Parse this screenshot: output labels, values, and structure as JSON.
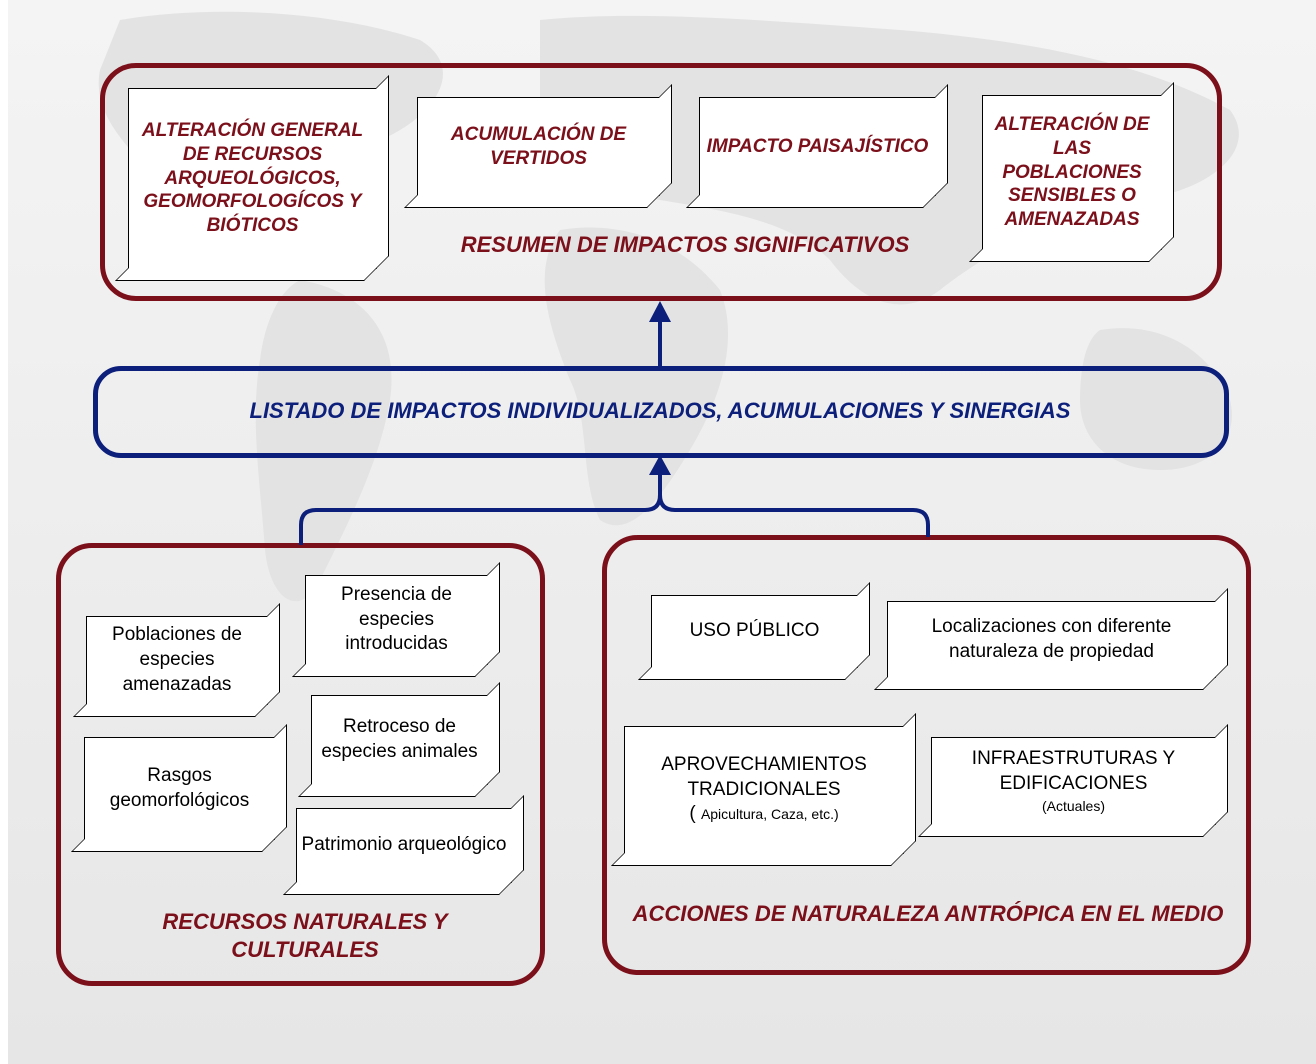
{
  "top_group": {
    "title": "RESUMEN DE IMPACTOS SIGNIFICATIVOS",
    "boxes": [
      "ALTERACIÓN GENERAL DE RECURSOS ARQUEOLÓGICOS, GEOMORFOLOGÍCOS Y BIÓTICOS",
      "ACUMULACIÓN DE VERTIDOS",
      "IMPACTO PAISAJÍSTICO",
      "ALTERACIÓN DE LAS POBLACIONES SENSIBLES O AMENAZADAS"
    ]
  },
  "middle": {
    "title": "LISTADO DE IMPACTOS INDIVIDUALIZADOS, ACUMULACIONES Y SINERGIAS"
  },
  "left_group": {
    "title": "RECURSOS NATURALES Y CULTURALES",
    "boxes": [
      "Presencia de especies introducidas",
      "Poblaciones de especies amenazadas",
      "Retroceso de especies animales",
      "Rasgos geomorfológicos",
      "Patrimonio arqueológico"
    ]
  },
  "right_group": {
    "title": "ACCIONES DE NATURALEZA ANTRÓPICA EN EL MEDIO",
    "boxes": [
      {
        "main": "USO PÚBLICO",
        "sub": ""
      },
      {
        "main": "Localizaciones con diferente naturaleza de propiedad",
        "sub": ""
      },
      {
        "main": "APROVECHAMIENTOS TRADICIONALES",
        "sub": "Apicultura, Caza, etc.)",
        "sub_prefix": "("
      },
      {
        "main": "INFRAESTRUTURAS Y EDIFICACIONES",
        "sub": "(Actuales)"
      }
    ]
  },
  "colors": {
    "maroon": "#7b0f1a",
    "navy": "#0c1f7a"
  }
}
